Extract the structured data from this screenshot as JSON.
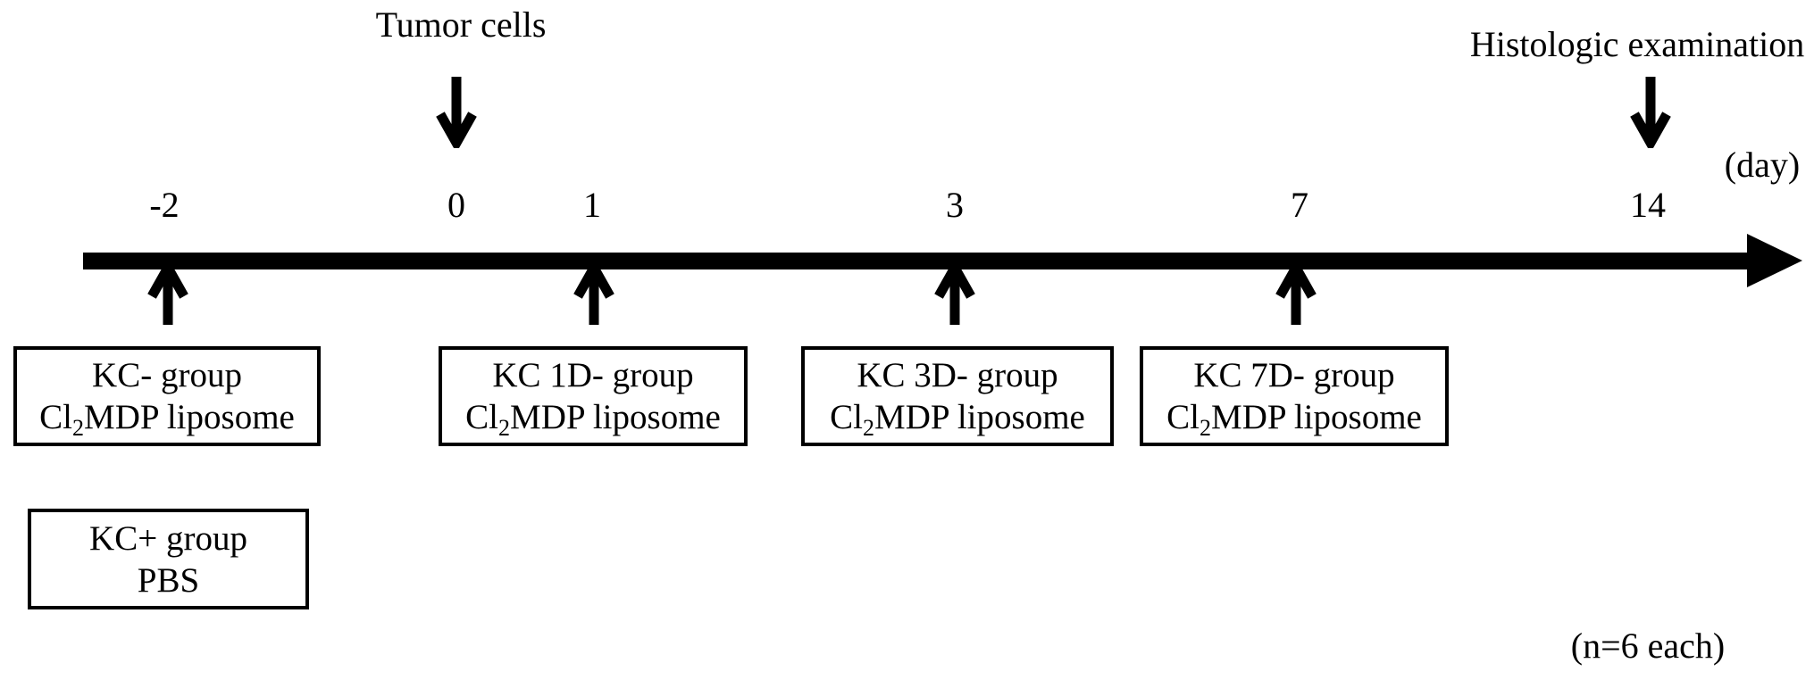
{
  "figure": {
    "colors": {
      "ink": "#000000",
      "background": "#ffffff"
    },
    "annotations": {
      "tumor_cells": {
        "label": "Tumor cells",
        "at_day": "0"
      },
      "histologic_examination": {
        "label": "Histologic examination",
        "at_day": "14"
      }
    },
    "axis": {
      "unit_label": "(day)",
      "days": [
        {
          "value": "-2"
        },
        {
          "value": "0"
        },
        {
          "value": "1"
        },
        {
          "value": "3"
        },
        {
          "value": "7"
        },
        {
          "value": "14"
        }
      ]
    },
    "injection_arrows_at_days": [
      "-2",
      "1",
      "3",
      "7"
    ],
    "treatment_groups": [
      {
        "name": "KC- group",
        "agent_prefix": "Cl",
        "agent_sub": "2",
        "agent_suffix": "MDP liposome",
        "at_day": "-2"
      },
      {
        "name": "KC 1D- group",
        "agent_prefix": "Cl",
        "agent_sub": "2",
        "agent_suffix": "MDP liposome",
        "at_day": "1"
      },
      {
        "name": "KC 3D- group",
        "agent_prefix": "Cl",
        "agent_sub": "2",
        "agent_suffix": "MDP liposome",
        "at_day": "3"
      },
      {
        "name": "KC 7D- group",
        "agent_prefix": "Cl",
        "agent_sub": "2",
        "agent_suffix": "MDP liposome",
        "at_day": "7"
      }
    ],
    "control_group": {
      "name": "KC+ group",
      "agent": "PBS"
    },
    "n_note": "(n=6 each)"
  }
}
